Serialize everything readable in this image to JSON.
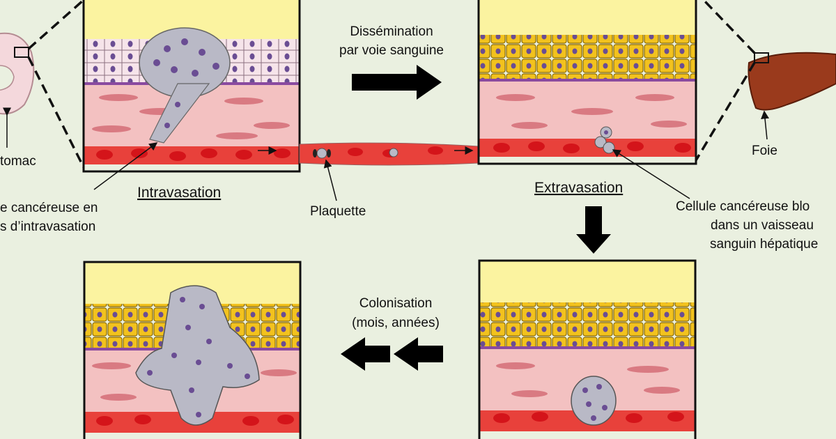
{
  "labels": {
    "dissemination_1": "Dissémination",
    "dissemination_2": "par voie sanguine",
    "intravasation": "Intravasation",
    "extravasation": "Extravasation",
    "estomac": "tomac",
    "foie": "Foie",
    "plaquette": "Plaquette",
    "cellule_intra_1": "e cancéreuse en",
    "cellule_intra_2": "s d’intravasation",
    "cellule_bloquee_1": "Cellule cancéreuse blo",
    "cellule_bloquee_2": "dans un vaisseau",
    "cellule_bloquee_3": "sanguin hépatique",
    "colonisation_1": "Colonisation",
    "colonisation_2": "(mois, années)"
  },
  "colors": {
    "background": "#eaf0e0",
    "lumen": "#fbf3a0",
    "stomach_epithelium": "#f6e4ea",
    "liver_epithelium": "#f2c21e",
    "stroma": "#f3c1c1",
    "vessel": "#e8413b",
    "red_blood_cell": "#d4141a",
    "cancer_cell": "#b9b9c6",
    "nucleus": "#6a4d93",
    "liver": "#9a3a1c",
    "stomach": "#f4d8dc",
    "arrow": "#000000"
  }
}
